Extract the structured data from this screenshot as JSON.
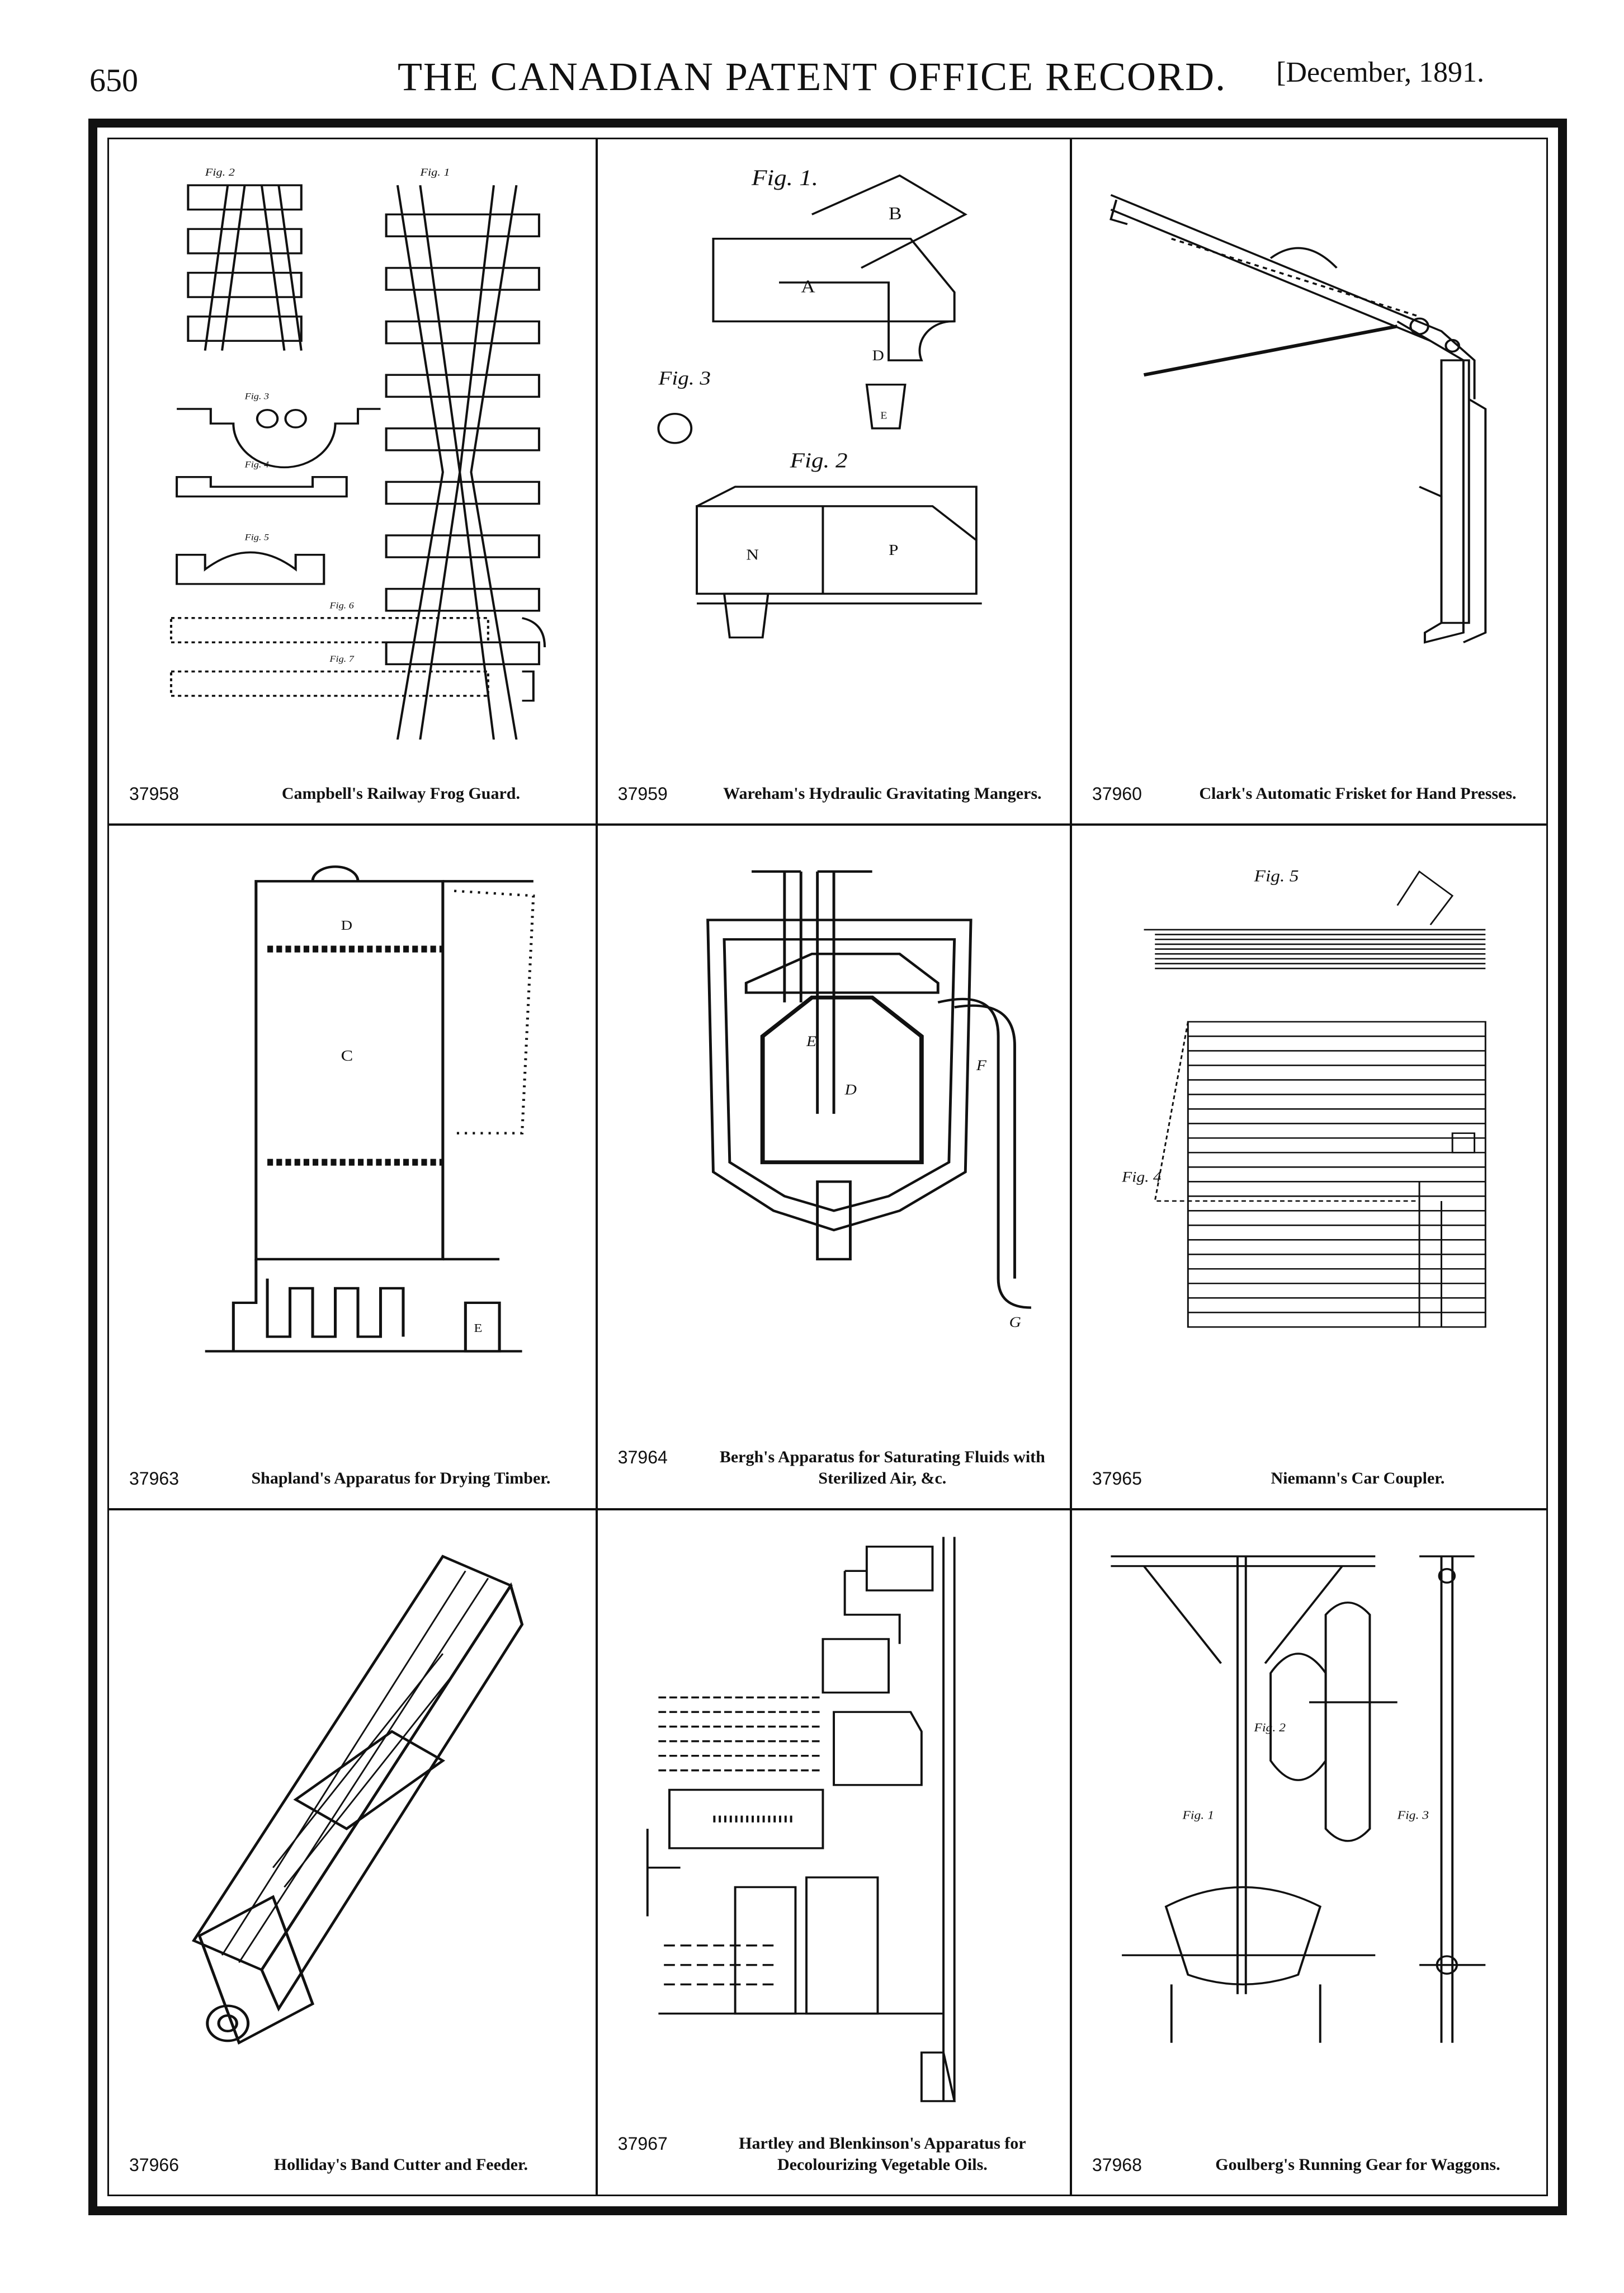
{
  "header": {
    "page_number": "650",
    "title": "THE CANADIAN PATENT OFFICE RECORD.",
    "date": "[December, 1891."
  },
  "patents": [
    {
      "number": "37958",
      "title": "Campbell's Railway Frog Guard.",
      "labels": [
        "Fig. 2",
        "Fig. 1",
        "Fig. 3",
        "Fig. 4",
        "Fig. 5",
        "Fig. 6",
        "Fig. 7"
      ]
    },
    {
      "number": "37959",
      "title": "Wareham's Hydraulic Gravitating Mangers.",
      "labels": [
        "Fig. 1.",
        "Fig. 3",
        "Fig. 2",
        "A",
        "B",
        "D",
        "E",
        "N",
        "P"
      ]
    },
    {
      "number": "37960",
      "title": "Clark's Automatic Frisket for Hand Presses.",
      "labels": []
    },
    {
      "number": "37963",
      "title": "Shapland's Apparatus for Drying Timber.",
      "labels": [
        "C",
        "D",
        "E"
      ]
    },
    {
      "number": "37964",
      "title": "Bergh's Apparatus for Saturating Fluids with Sterilized Air, &c.",
      "labels": [
        "D",
        "E",
        "F",
        "G"
      ]
    },
    {
      "number": "37965",
      "title": "Niemann's Car Coupler.",
      "labels": [
        "Fig. 5",
        "Fig. 4"
      ]
    },
    {
      "number": "37966",
      "title": "Holliday's Band Cutter and Feeder.",
      "labels": []
    },
    {
      "number": "37967",
      "title": "Hartley and Blenkinson's Apparatus for Decolourizing Vegetable Oils.",
      "labels": []
    },
    {
      "number": "37968",
      "title": "Goulberg's Running Gear for Waggons.",
      "labels": [
        "Fig. 1",
        "Fig. 2",
        "Fig. 3"
      ]
    }
  ]
}
